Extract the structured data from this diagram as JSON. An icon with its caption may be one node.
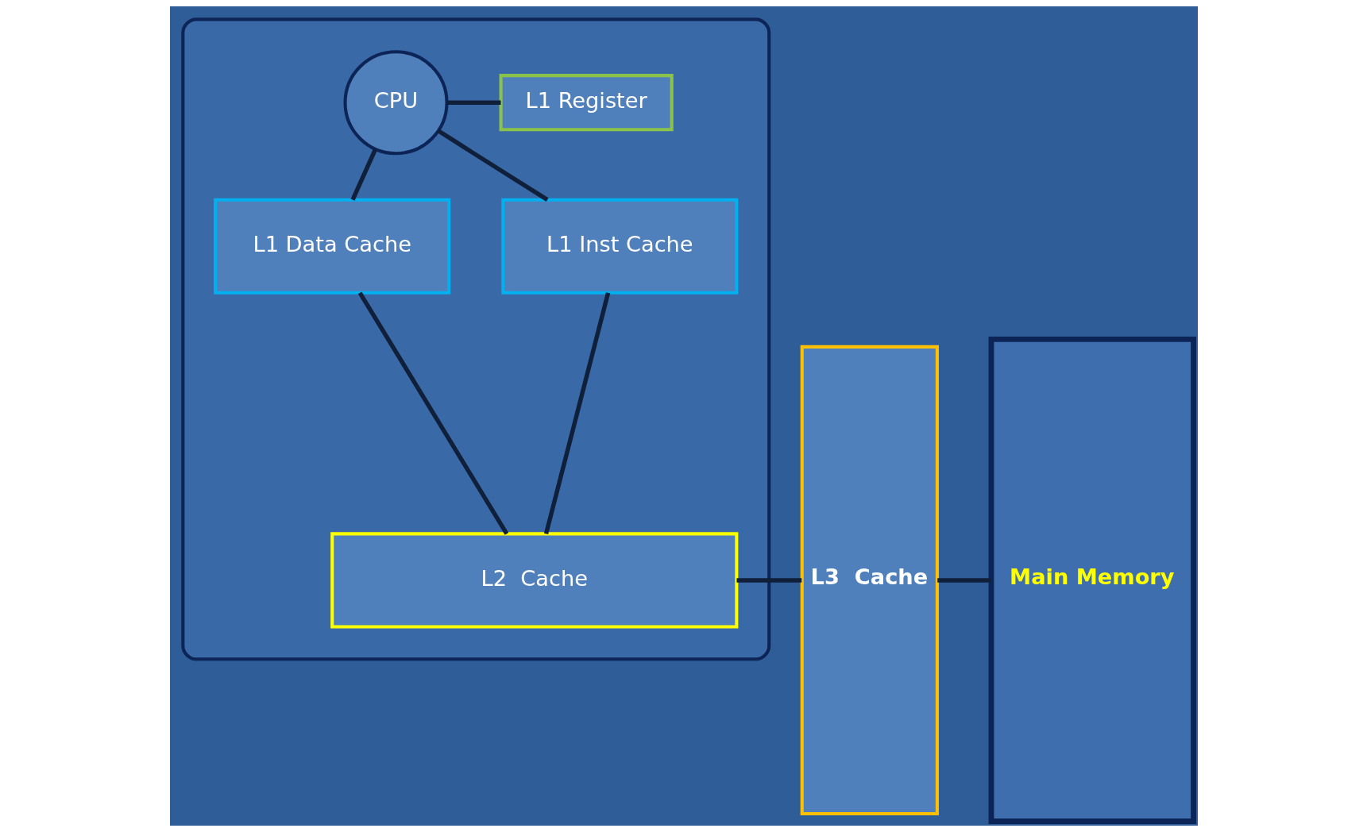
{
  "diagram": {
    "nodes": [
      {
        "text": [],
        "shape": "box"
      },
      {
        "text": [
          "CPU"
        ],
        "in": 0
      },
      {
        "text": [
          "L1 Register"
        ],
        "in": 0
      },
      {
        "text": [
          "L1 Data Cache"
        ],
        "in": 0
      },
      {
        "text": [
          "L1 Inst Cache"
        ],
        "in": 0
      },
      {
        "text": [
          "L2  Cache"
        ],
        "in": 0
      },
      {
        "text": [
          "L3  Cache"
        ]
      },
      {
        "text": [
          "Main Memory"
        ]
      }
    ],
    "edges": [
      {
        "from": 1,
        "to": 2,
        "arrow": "none"
      },
      {
        "from": 1,
        "to": 3,
        "arrow": "none"
      },
      {
        "from": 1,
        "to": 4,
        "arrow": "none"
      },
      {
        "from": 3,
        "to": 5,
        "arrow": "none"
      },
      {
        "from": 4,
        "to": 5,
        "arrow": "none"
      },
      {
        "from": 5,
        "to": 6,
        "arrow": "none"
      },
      {
        "from": 6,
        "to": 7,
        "arrow": "none"
      }
    ]
  }
}
